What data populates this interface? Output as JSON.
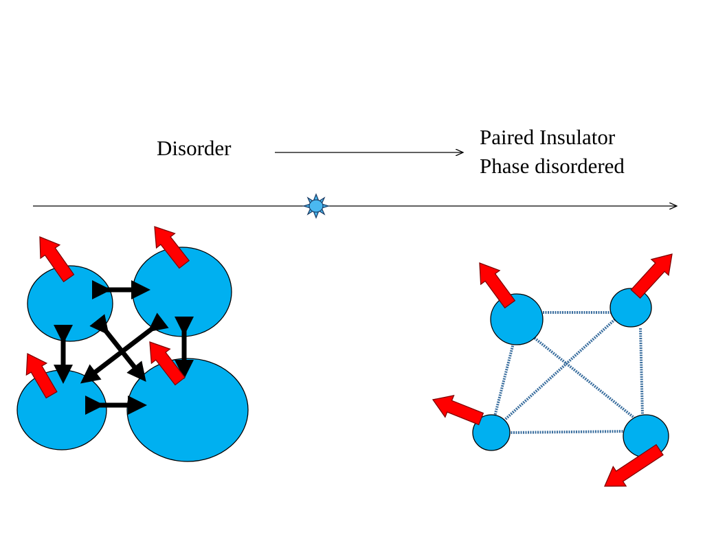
{
  "labels": {
    "disorder": "Disorder",
    "state_title": "Paired Insulator",
    "state_subtitle": "Phase disordered"
  },
  "colors": {
    "grain_fill": "#00B0F0",
    "grain_stroke": "#000000",
    "spin_arrow_fill": "#FF0000",
    "spin_arrow_stroke": "#7F0000",
    "strong_coupling": "#000000",
    "weak_coupling": "#3A6E9E",
    "axis_line": "#000000",
    "critical_point_star": "#4AB8F0"
  },
  "icons": {
    "critical_point": "eight-point-star-icon",
    "spin": "red-block-arrow-icon"
  }
}
